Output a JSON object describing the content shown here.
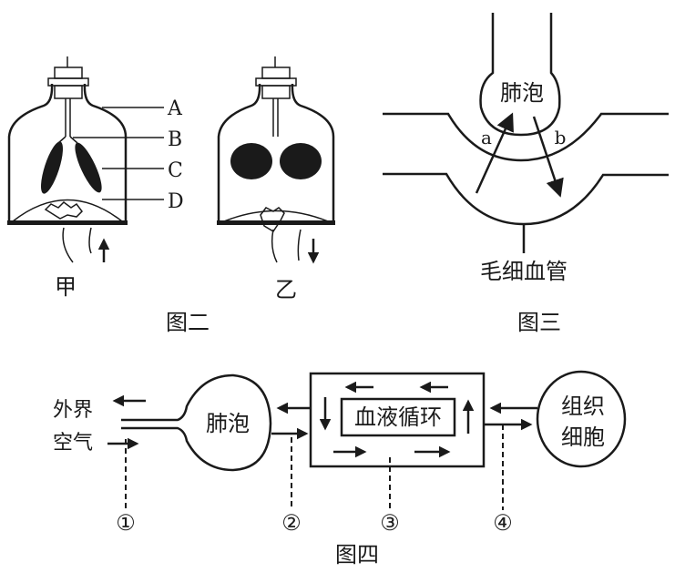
{
  "figure2": {
    "caption": "图二",
    "jar_left_label": "甲",
    "jar_right_label": "乙",
    "part_labels": [
      "A",
      "B",
      "C",
      "D"
    ],
    "left_arrow_direction": "up",
    "right_arrow_direction": "down"
  },
  "figure3": {
    "caption": "图三",
    "alveolus_label": "肺泡",
    "capillary_label": "毛细血管",
    "arrow_a_label": "a",
    "arrow_b_label": "b"
  },
  "figure4": {
    "caption": "图四",
    "outside_air_line1": "外界",
    "outside_air_line2": "空气",
    "alveolus_label": "肺泡",
    "circulation_label": "血液循环",
    "tissue_line1": "组织",
    "tissue_line2": "细胞",
    "markers": [
      "①",
      "②",
      "③",
      "④"
    ]
  }
}
